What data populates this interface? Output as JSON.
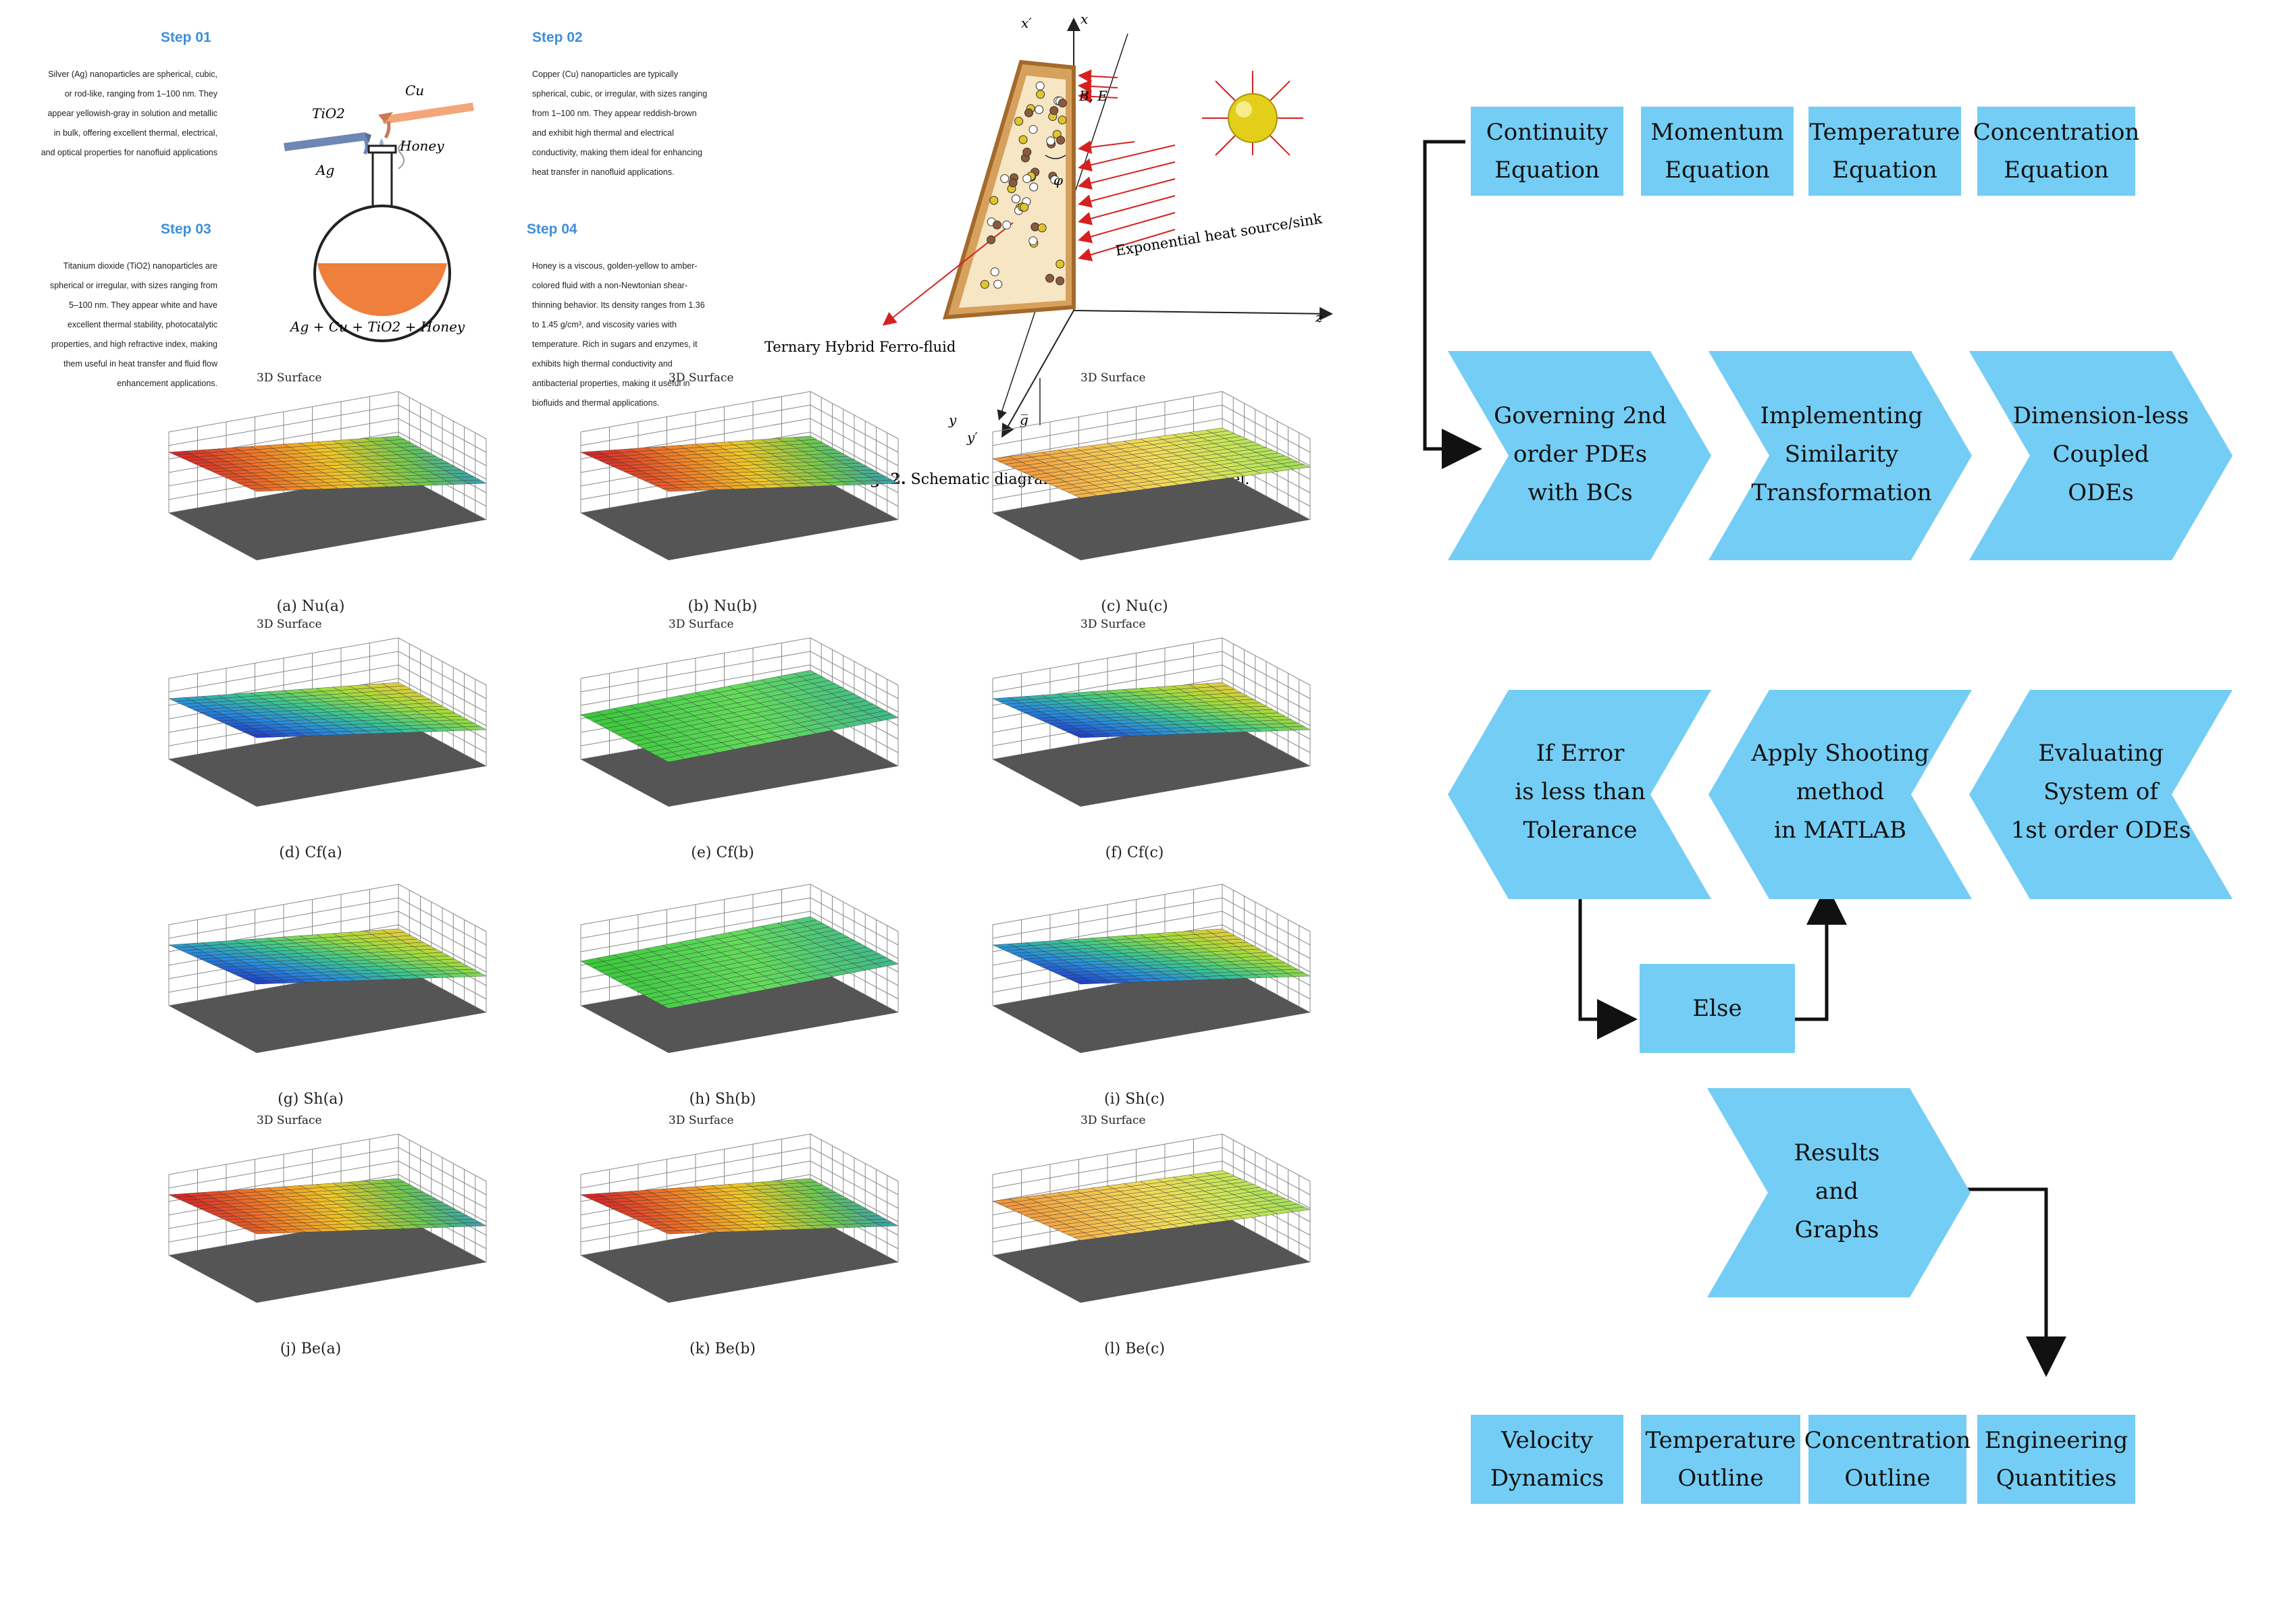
{
  "steps": [
    {
      "title": "Step 01",
      "text": "Silver (Ag) nanoparticles are spherical, cubic, or rod-like, ranging from 1–100 nm. They appear yellowish-gray in solution and metallic in bulk, offering excellent thermal, electrical, and optical properties for nanofluid applications"
    },
    {
      "title": "Step 02",
      "text": "Copper (Cu) nanoparticles are typically spherical, cubic, or irregular, with sizes ranging from 1–100 nm. They appear reddish-brown and exhibit high thermal and electrical conductivity, making them ideal for enhancing heat transfer in nanofluid applications."
    },
    {
      "title": "Step 03",
      "text": "Titanium dioxide (TiO2) nanoparticles are spherical or irregular, with sizes ranging from 5–100 nm. They appear white and have excellent thermal stability, photocatalytic properties, and high refractive index, making them useful in heat transfer and fluid flow enhancement applications."
    },
    {
      "title": "Step 04",
      "text": "Honey is a viscous, golden-yellow to amber-colored fluid with a non-Newtonian shear-thinning behavior. Its density ranges from 1.36 to 1.45 g/cm³, and viscosity varies with temperature. Rich in sugars and enzymes, it exhibits high thermal conductivity and antibacterial properties, making it useful in biofluids and thermal applications."
    }
  ],
  "flask": {
    "labels": {
      "tio2": "TiO2",
      "cu": "Cu",
      "honey": "Honey",
      "ag": "Ag",
      "formula": "Ag + Cu + TiO2 + Honey"
    },
    "colors": {
      "orange": "#ef7f3c",
      "blue": "#6d88b3"
    }
  },
  "schematic": {
    "axes": {
      "xprime": "x′",
      "x": "x",
      "z": "z",
      "y": "y",
      "yprime": "y′",
      "phi": "φ",
      "g": "g̅"
    },
    "field_label": "B,  E",
    "heat_label": "Exponential heat source/sink",
    "fluid_label": "Ternary Hybrid Ferro-fluid",
    "caption_prefix": "Fig. 2.",
    "caption_text": " Schematic diagram for the developed model.",
    "sun_color": "#e3cf1a",
    "arrow_color": "#d62020"
  },
  "surfaces": [
    {
      "title": "3D Surface",
      "caption": "(a) Nu(a)",
      "palette": "hot"
    },
    {
      "title": "3D Surface",
      "caption": "(b) Nu(b)",
      "palette": "hot"
    },
    {
      "title": "3D Surface",
      "caption": "(c) Nu(c)",
      "palette": "warm"
    },
    {
      "title": "3D Surface",
      "caption": "(d) Cf(a)",
      "palette": "cool"
    },
    {
      "title": "3D Surface",
      "caption": "(e) Cf(b)",
      "palette": "green"
    },
    {
      "title": "3D Surface",
      "caption": "(f) Cf(c)",
      "palette": "cool"
    },
    {
      "title": "",
      "caption": "(g) Sh(a)",
      "palette": "cool"
    },
    {
      "title": "",
      "caption": "(h) Sh(b)",
      "palette": "green"
    },
    {
      "title": "",
      "caption": "(i) Sh(c)",
      "palette": "cool"
    },
    {
      "title": "3D Surface",
      "caption": "(j) Be(a)",
      "palette": "hot"
    },
    {
      "title": "3D Surface",
      "caption": "(k) Be(b)",
      "palette": "hot"
    },
    {
      "title": "3D Surface",
      "caption": "(l) Be(c)",
      "palette": "warm"
    }
  ],
  "flow": {
    "color": "#74cdf4",
    "equations": [
      "Continuity\nEquation",
      "Momentum\nEquation",
      "Temperature\nEquation",
      "Concentration\nEquation"
    ],
    "row2": [
      "Governing 2nd\norder PDEs\nwith BCs",
      "Implementing\nSimilarity\nTransformation",
      "Dimension-less\nCoupled\nODEs"
    ],
    "row3": [
      "If Error\nis less than\nTolerance",
      "Apply Shooting\nmethod\nin MATLAB",
      "Evaluating\nSystem of\n1st order ODEs"
    ],
    "else_label": "Else",
    "results": "Results\nand\nGraphs",
    "outputs": [
      "Velocity\nDynamics",
      "Temperature\nOutline",
      "Concentration\nOutline",
      "Engineering\nQuantities"
    ]
  }
}
